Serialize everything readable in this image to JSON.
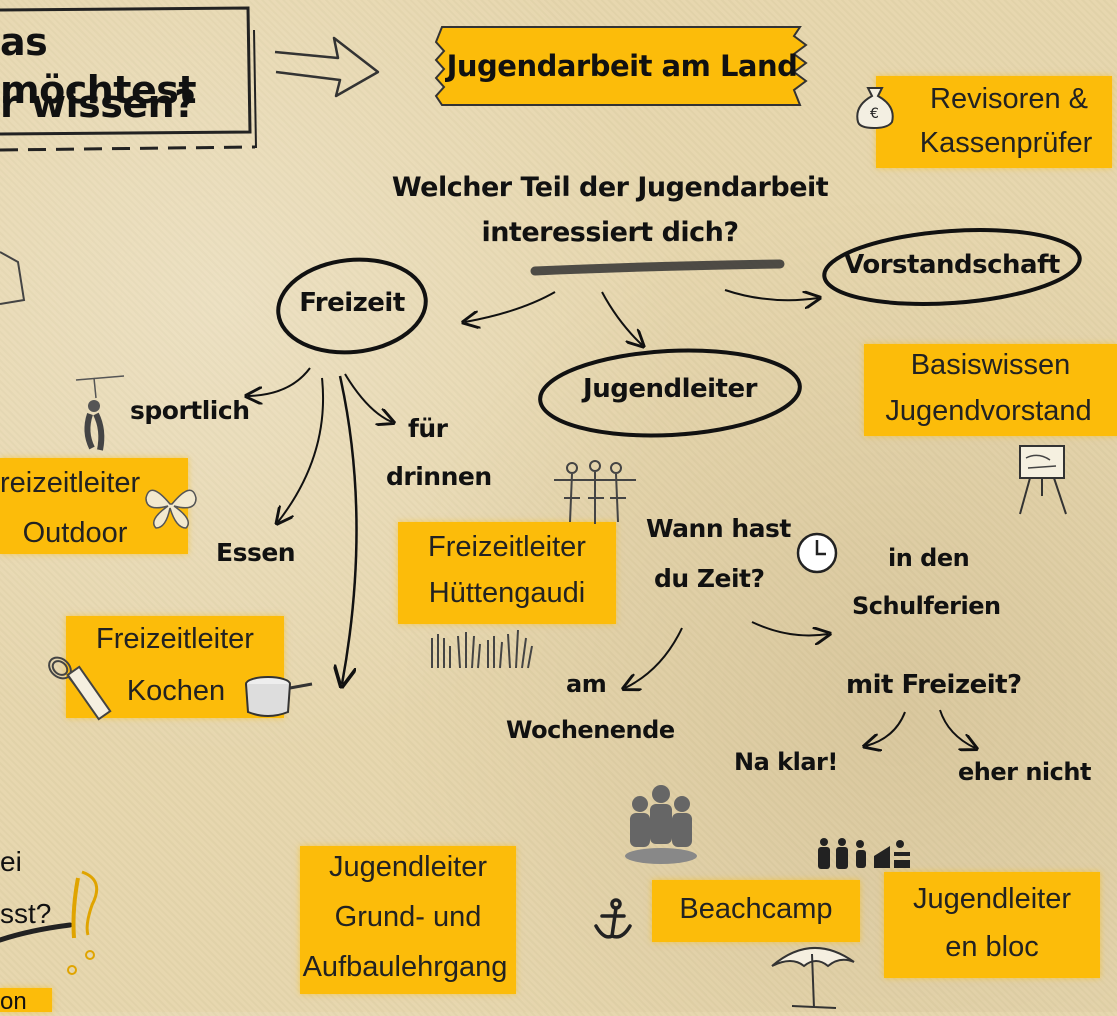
{
  "header": {
    "question_line1": "as möchtest",
    "question_line2": "r wissen?",
    "title": "Jugendarbeit am Land"
  },
  "nodes": {
    "main_question_line1": "Welcher Teil der Jugendarbeit",
    "main_question_line2": "interessiert dich?",
    "freizeit": "Freizeit",
    "vorstandschaft": "Vorstandschaft",
    "jugendleiter": "Jugendleiter",
    "sportlich": "sportlich",
    "fuer_drinnen_line1": "für",
    "fuer_drinnen_line2": "drinnen",
    "essen": "Essen",
    "wann_line1": "Wann hast",
    "wann_line2": "du Zeit?",
    "schulferien_line1": "in den",
    "schulferien_line2": "Schulferien",
    "am_line1": "am",
    "am_line2": "Wochenende",
    "mit_freizeit": "mit Freizeit?",
    "na_klar": "Na klar!",
    "eher_nicht": "eher nicht",
    "partial_bottom_left_line1": "ei",
    "partial_bottom_left_line2": "sst?"
  },
  "courses": {
    "revisoren_line1": "Revisoren &",
    "revisoren_line2": "Kassenprüfer",
    "basis_line1": "Basiswissen",
    "basis_line2": "Jugendvorstand",
    "outdoor_line1": "reizeitleiter",
    "outdoor_line2": "Outdoor",
    "huettengaudi_line1": "Freizeitleiter",
    "huettengaudi_line2": "Hüttengaudi",
    "kochen_line1": "Freizeitleiter",
    "kochen_line2": "Kochen",
    "lehrgang_line1": "Jugendleiter",
    "lehrgang_line2": "Grund- und",
    "lehrgang_line3": "Aufbaulehrgang",
    "beachcamp": "Beachcamp",
    "enbloc_line1": "Jugendleiter",
    "enbloc_line2": "en bloc",
    "partial_bottom": "on"
  },
  "colors": {
    "highlight": "#fcbc0a",
    "ink": "#111111",
    "paper": "#e6d6ac"
  },
  "icons": [
    "money-bag-icon",
    "presentation-board-icon",
    "zipline-icon",
    "butterfly-icon",
    "clock-icon",
    "group-dancing-icon",
    "raised-hands-icon",
    "whisk-rolling-pin-icon",
    "cooking-pot-icon",
    "people-group-icon",
    "anchor-icon",
    "beach-umbrella-icon",
    "activities-icon",
    "arrow-right-icon"
  ]
}
